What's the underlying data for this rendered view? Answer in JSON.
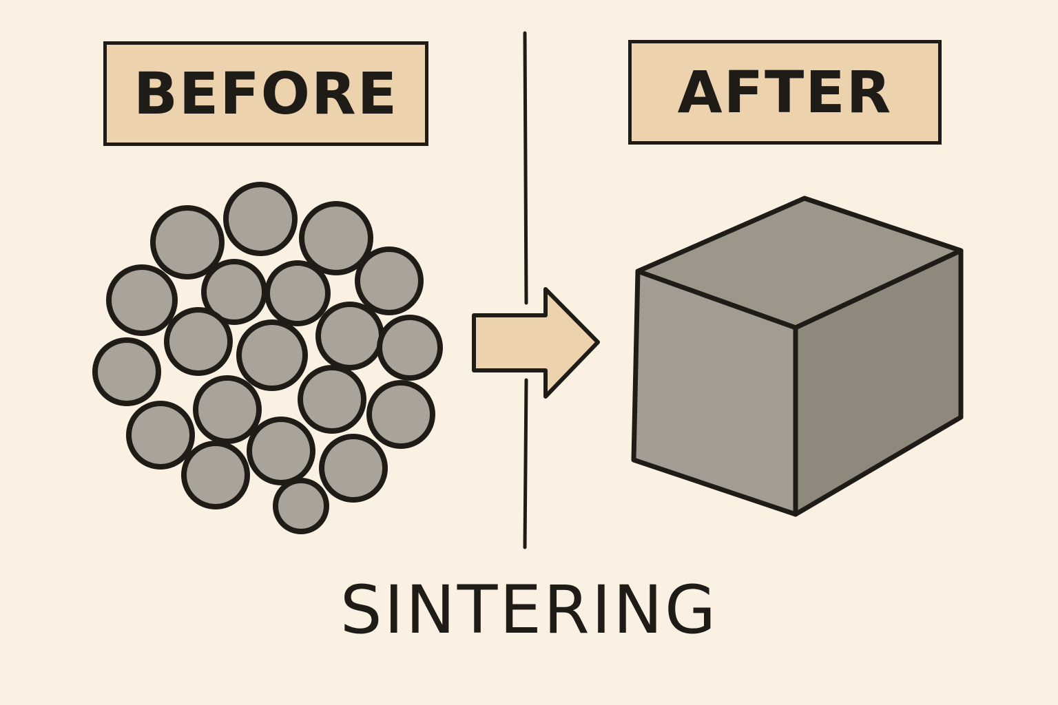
{
  "labels": {
    "before": "BEFORE",
    "after": "AFTER",
    "caption": "SINTERING"
  },
  "colors": {
    "background": "#fbf1e2",
    "label_fill": "#ecd3ae",
    "arrow_fill": "#ecd3ae",
    "particle_fill": "#a9a39a",
    "cube_front": "#a29c92",
    "cube_top": "#9c968b",
    "cube_side": "#8e887d",
    "outline": "#1f1c17"
  },
  "icons": {
    "particles": "loose-powder-particles",
    "arrow": "right-arrow-icon",
    "cube": "solid-cube"
  }
}
